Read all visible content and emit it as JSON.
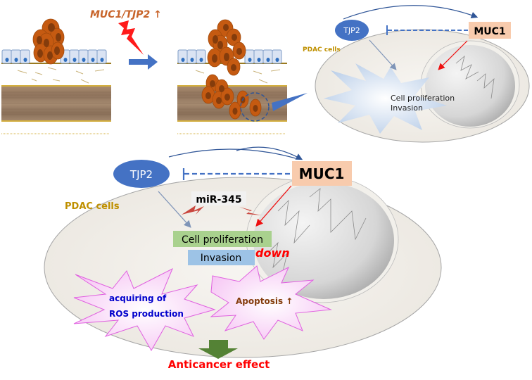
{
  "top_panel": {
    "trigger_label": "MUC1/TJP2 ↑",
    "colors": {
      "trigger_text": "#c8642a",
      "lightning": "#ff1a1a",
      "arrow": "#4472c4",
      "tumor_cell": "#c55a11",
      "tumor_nucleus": "#843c0c",
      "epithelium": "#dae3f3",
      "epithelium_nucleus": "#2f6fbf",
      "stroma": "#9c8066",
      "basement": "#bf9000"
    }
  },
  "inset_small": {
    "cell_type_label": "PDAC cells",
    "tjp2_label": "TJP2",
    "muc1_label": "MUC1",
    "outcome_line1": "Cell proliferation",
    "outcome_line2": "Invasion"
  },
  "main_panel": {
    "cell_type_label": "PDAC cells",
    "tjp2_label": "TJP2",
    "muc1_label": "MUC1",
    "mirna_label": "miR-345",
    "proliferation_label": "Cell proliferation",
    "invasion_label": "Invasion",
    "down_label": "down",
    "ros_line1": "acquiring of",
    "ros_line2": "ROS production",
    "apoptosis_label": "Apoptosis ↑",
    "result_label": "Anticancer effect",
    "colors": {
      "tjp2_fill": "#4472c4",
      "muc1_fill": "#f8cbad",
      "proliferation_fill": "#a9d18e",
      "invasion_fill": "#9dc3e6",
      "down_text": "#ff0000",
      "ros_text": "#0000cc",
      "apoptosis_text": "#843c0c",
      "result_text": "#ff0000",
      "result_arrow": "#548235",
      "pdac_text": "#bf9000",
      "star_stroke": "#e060e0"
    }
  }
}
